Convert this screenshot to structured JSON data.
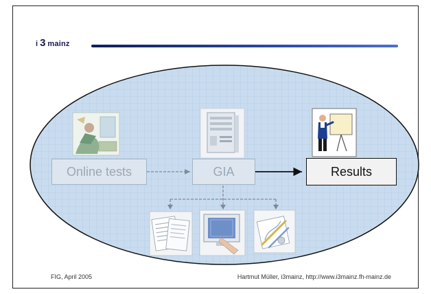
{
  "logo": {
    "i": "i",
    "three": "3",
    "mainz": "mainz"
  },
  "nodes": {
    "online_tests": "Online tests",
    "gia": "GIA",
    "results": "Results"
  },
  "footer": {
    "left": "FIG, April 2005",
    "right": "Hartmut Müller, i3mainz, http://www.i3mainz.fh-mainz.de"
  },
  "icons": [
    "online-tests-illustration-icon",
    "computer-server-icon",
    "presenter-flipchart-icon",
    "documents-icon",
    "touchscreen-monitor-icon",
    "drawing-tools-icon"
  ],
  "colors": {
    "ellipse_fill": "#c9dcef",
    "grid_line": "#a9c3de",
    "faded_box": "#dde6ef",
    "faded_text": "#9aa8b6",
    "active_border": "#111111",
    "logo_rule": "#2d4aa8"
  }
}
